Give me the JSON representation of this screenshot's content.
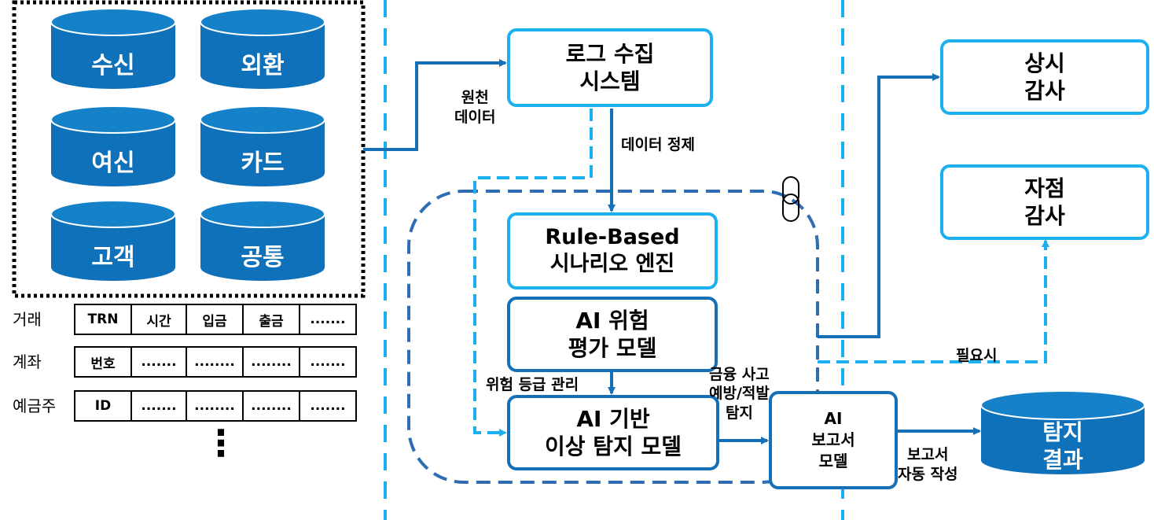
{
  "colors": {
    "db_blue": "#0F71BA",
    "db_top": "#1481C8",
    "box_light": "#1CB0F0",
    "box_dark": "#1570B8",
    "dash_light": "#1CB0F0",
    "dash_dark": "#2E6DB4",
    "arrow": "#1570B8"
  },
  "databases": [
    "수신",
    "외환",
    "여신",
    "카드",
    "고객",
    "공통"
  ],
  "tables": {
    "rows": [
      {
        "label": "거래",
        "cells": [
          "TRN",
          "시간",
          "입금",
          "출금",
          "......."
        ]
      },
      {
        "label": "계좌",
        "cells": [
          "번호",
          ".......",
          "........",
          "........",
          "......."
        ]
      },
      {
        "label": "예금주",
        "cells": [
          "ID",
          ".......",
          "........",
          "........",
          "......."
        ]
      }
    ],
    "more": "⋮"
  },
  "boxes": {
    "log": [
      "로그 수집",
      "시스템"
    ],
    "rule": [
      "Rule-Based",
      "시나리오 엔진"
    ],
    "risk": [
      "AI 위험",
      "평가 모델"
    ],
    "anomaly": [
      "AI 기반",
      "이상 탐지 모델"
    ],
    "report": [
      "AI",
      "보고서",
      "모델"
    ],
    "audit_constant": [
      "상시",
      "감사"
    ],
    "audit_self": [
      "자점",
      "감사"
    ],
    "result": [
      "탐지",
      "결과"
    ]
  },
  "labels": {
    "raw_data": [
      "원천",
      "데이터"
    ],
    "cleanse": "데이터 정제",
    "risk_grade": "위험 등급 관리",
    "fin_detect": [
      "금융 사고",
      "예방/적발",
      "탐지"
    ],
    "when_needed": "필요시",
    "auto_report": [
      "보고서",
      "자동 작성"
    ]
  },
  "icons": {
    "link": "link-icon"
  }
}
